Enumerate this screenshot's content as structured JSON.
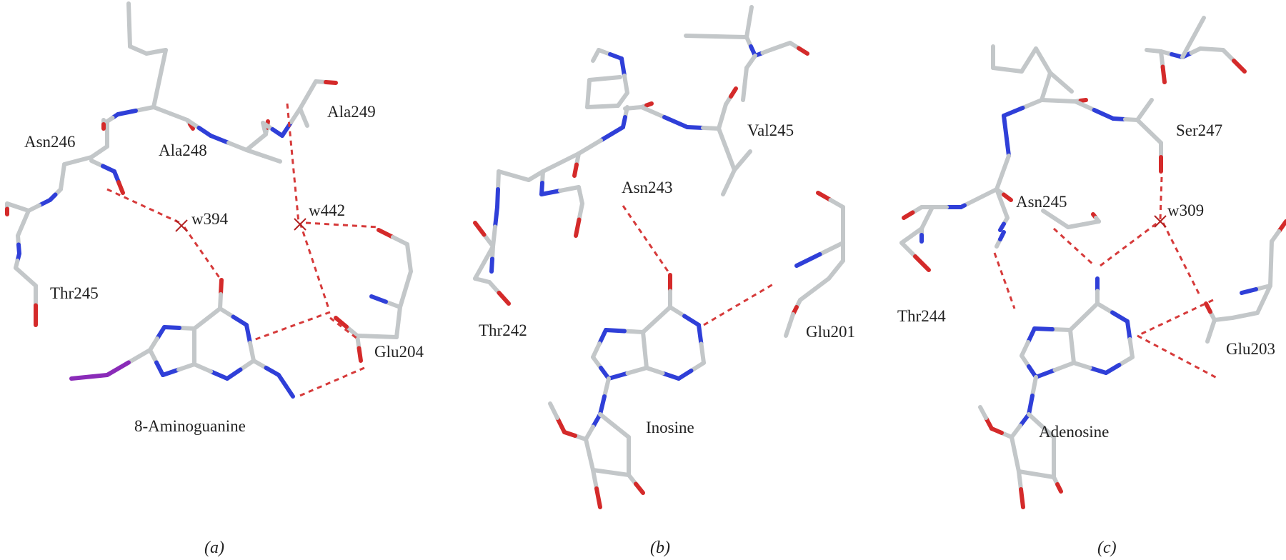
{
  "colors": {
    "carbon": "#c3c7c9",
    "carbon_edge": "#8d9294",
    "nitrogen": "#2f3fd8",
    "oxygen": "#d42a2a",
    "iodine": "#8a2bb8",
    "hbond": "#d63a3a",
    "water": "#b22222"
  },
  "panels": [
    {
      "caption": "(a)",
      "labels": {
        "asn": "Asn246",
        "ala248": "Ala248",
        "ala249": "Ala249",
        "w1": "w394",
        "w2": "w442",
        "thr": "Thr245",
        "glu": "Glu204",
        "ligand": "8-Aminoguanine"
      }
    },
    {
      "caption": "(b)",
      "labels": {
        "val": "Val245",
        "asn": "Asn243",
        "thr": "Thr242",
        "glu": "Glu201",
        "ligand": "Inosine"
      }
    },
    {
      "caption": "(c)",
      "labels": {
        "ser": "Ser247",
        "asn": "Asn245",
        "water": "w309",
        "thr": "Thr244",
        "glu": "Glu203",
        "ligand": "Adenosine"
      }
    }
  ]
}
